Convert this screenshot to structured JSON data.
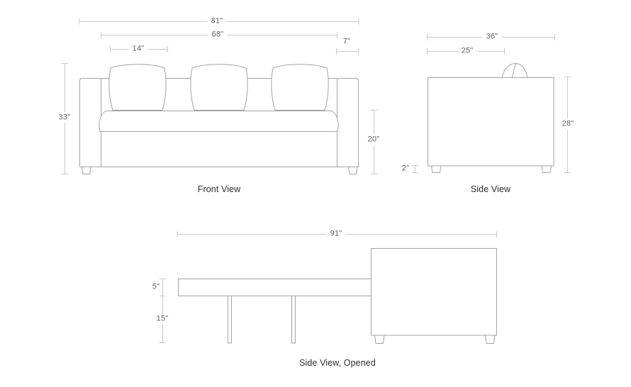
{
  "page": {
    "background": "#ffffff"
  },
  "colors": {
    "outline": "#a3a3a3",
    "dimension_line": "#c9c9c9",
    "dimension_text": "#5f5f5f",
    "label_text": "#2e2e2e"
  },
  "views": {
    "front": {
      "label": "Front View",
      "dimensions": {
        "overall_width": "81\"",
        "frame_inner_width": "68\"",
        "pillow_width": "14\"",
        "arm_width": "7\"",
        "overall_height": "33\"",
        "seat_height": "20\""
      }
    },
    "side": {
      "label": "Side View",
      "dimensions": {
        "overall_depth": "36\"",
        "seat_depth": "25\"",
        "back_height": "28\"",
        "leg_height": "2\""
      }
    },
    "side_opened": {
      "label": "Side View, Opened",
      "dimensions": {
        "opened_length": "91\"",
        "deck_thickness": "5\"",
        "deck_clearance": "15\""
      }
    }
  }
}
